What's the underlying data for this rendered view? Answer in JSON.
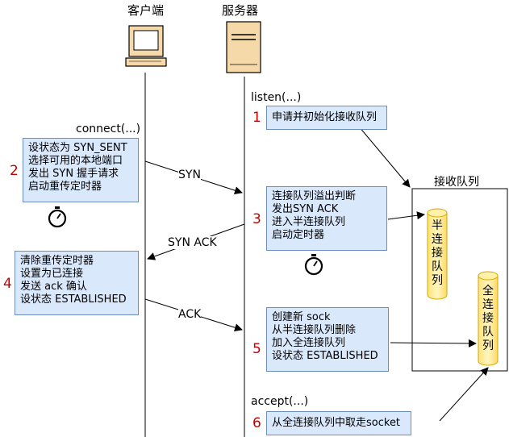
{
  "headers": {
    "client": "客户端",
    "server": "服务器"
  },
  "calls": {
    "listen": "listen(...)",
    "connect": "connect(...)",
    "accept": "accept(...)"
  },
  "steps": {
    "s1": {
      "num": "1",
      "lines": [
        "申请并初始化接收队列"
      ]
    },
    "s2": {
      "num": "2",
      "lines": [
        "设状态为 SYN_SENT",
        "选择可用的本地端口",
        "发出 SYN 握手请求",
        "启动重传定时器"
      ]
    },
    "s3": {
      "num": "3",
      "lines": [
        "连接队列溢出判断",
        "发出SYN ACK",
        "进入半连接队列",
        "启动定时器"
      ]
    },
    "s4": {
      "num": "4",
      "lines": [
        "清除重传定时器",
        "设置为已连接",
        "发送 ack 确认",
        "设状态 ESTABLISHED"
      ]
    },
    "s5": {
      "num": "5",
      "lines": [
        "创建新 sock",
        "从半连接队列删除",
        "加入全连接队列",
        "设状态 ESTABLISHED"
      ]
    },
    "s6": {
      "num": "6",
      "lines": [
        "从全连接队列中取走socket"
      ]
    }
  },
  "messages": {
    "syn": "SYN",
    "synack": "SYN ACK",
    "ack": "ACK"
  },
  "queue": {
    "title": "接收队列",
    "half": [
      "半",
      "连",
      "接",
      "队",
      "列"
    ],
    "full": [
      "全",
      "连",
      "接",
      "队",
      "列"
    ]
  },
  "icons": {
    "client": "computer-icon",
    "server": "server-icon",
    "timer": "stopwatch-icon"
  },
  "colors": {
    "box_fill": "#dae8fc",
    "box_border": "#6c8ebf",
    "step_num": "#c00000",
    "cyl_fill": "#fff2a8"
  }
}
